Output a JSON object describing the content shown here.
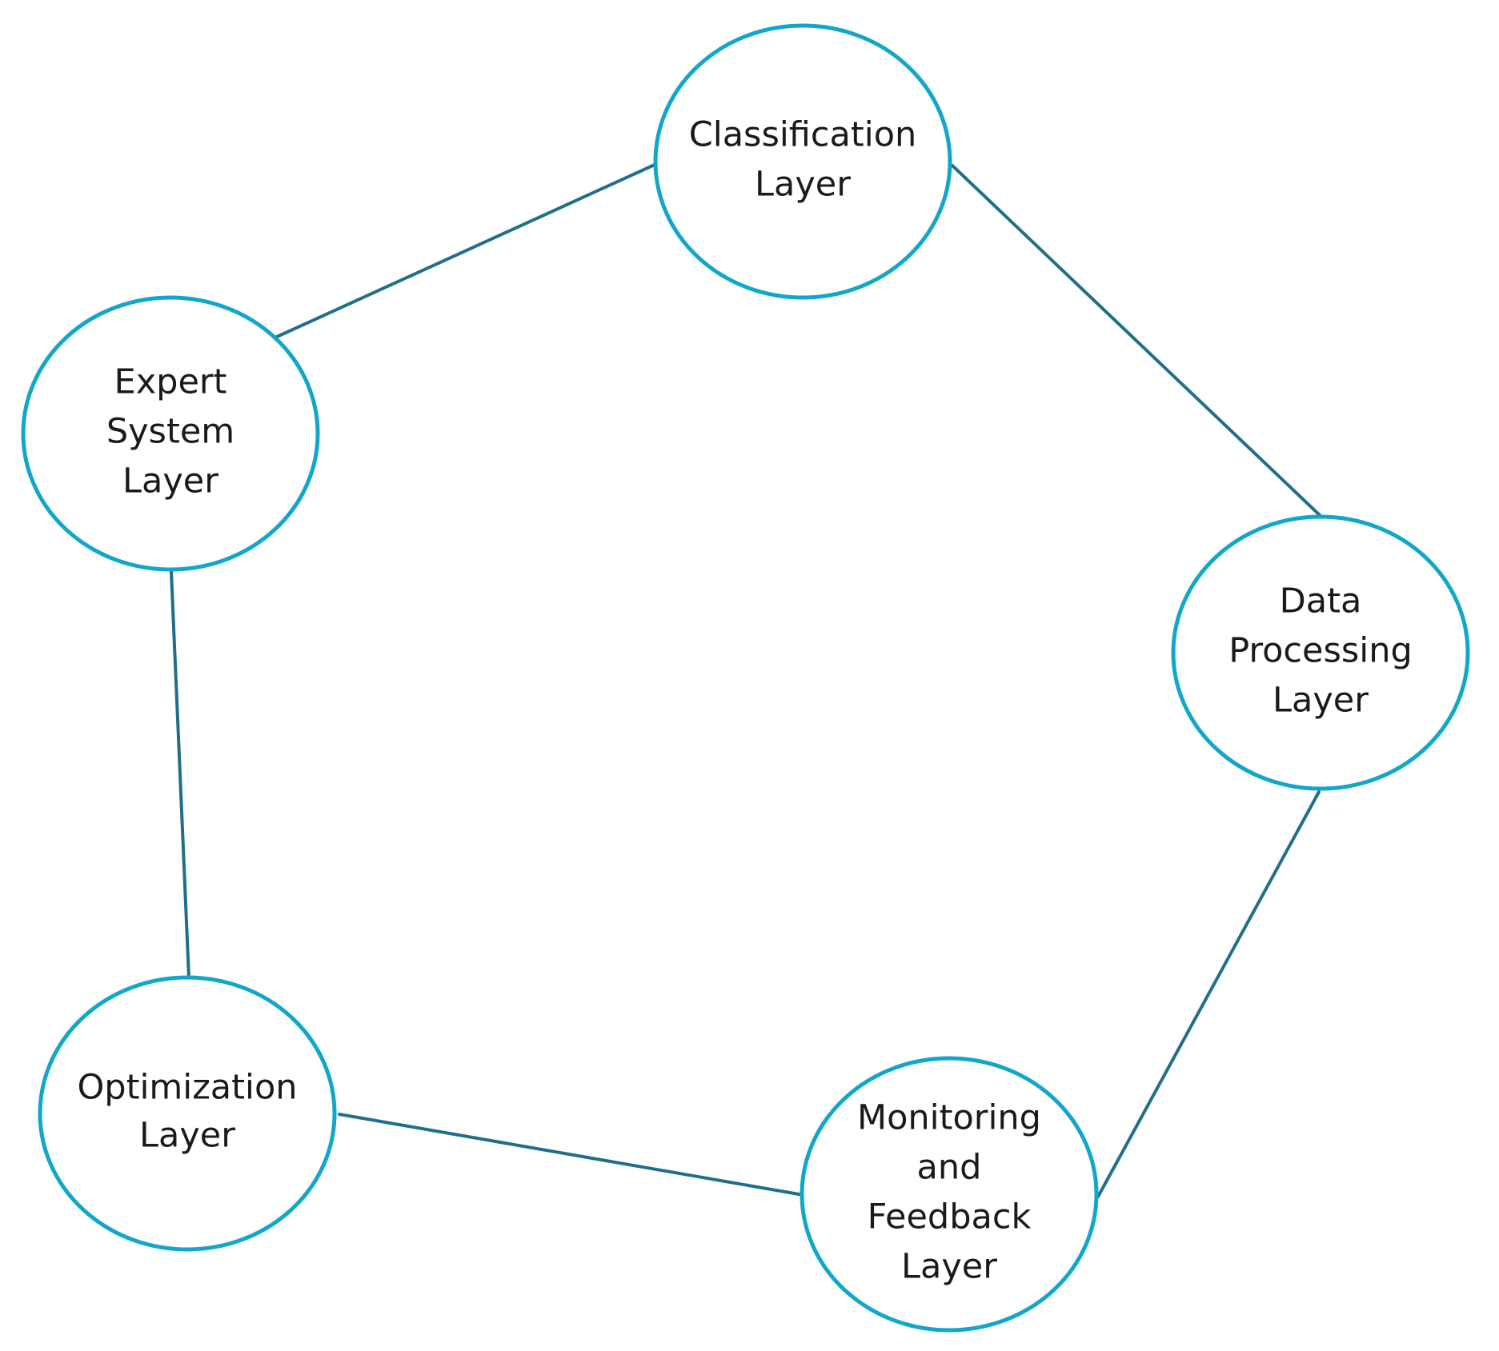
{
  "diagram": {
    "nodes": [
      {
        "id": "classification",
        "lines": [
          "Classification",
          "Layer"
        ]
      },
      {
        "id": "data-processing",
        "lines": [
          "Data",
          "Processing",
          "Layer"
        ]
      },
      {
        "id": "monitoring-feedback",
        "lines": [
          "Monitoring",
          "and",
          "Feedback",
          "Layer"
        ]
      },
      {
        "id": "optimization",
        "lines": [
          "Optimization",
          "Layer"
        ]
      },
      {
        "id": "expert-system",
        "lines": [
          "Expert",
          "System",
          "Layer"
        ]
      }
    ],
    "edges": [
      {
        "from": "expert-system",
        "to": "classification"
      },
      {
        "from": "classification",
        "to": "data-processing"
      },
      {
        "from": "data-processing",
        "to": "monitoring-feedback"
      },
      {
        "from": "monitoring-feedback",
        "to": "optimization"
      },
      {
        "from": "optimization",
        "to": "expert-system"
      }
    ],
    "colors": {
      "node_stroke": "#12a7c9",
      "edge_stroke": "#1f6f8b",
      "text": "#1a1a1a"
    }
  }
}
